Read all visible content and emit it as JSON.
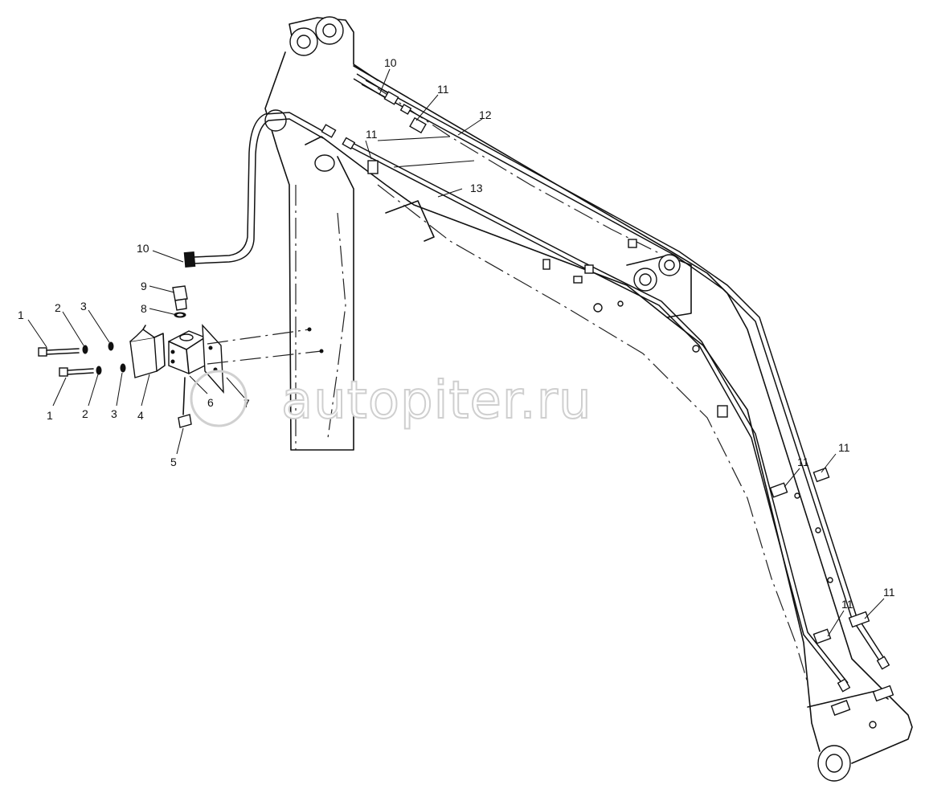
{
  "diagram": {
    "watermark": "autopiter.ru",
    "callouts": [
      {
        "id": "c1a",
        "text": "1"
      },
      {
        "id": "c2a",
        "text": "2"
      },
      {
        "id": "c3a",
        "text": "3"
      },
      {
        "id": "c1b",
        "text": "1"
      },
      {
        "id": "c2b",
        "text": "2"
      },
      {
        "id": "c3b",
        "text": "3"
      },
      {
        "id": "c4",
        "text": "4"
      },
      {
        "id": "c5",
        "text": "5"
      },
      {
        "id": "c6",
        "text": "6"
      },
      {
        "id": "c7",
        "text": "7"
      },
      {
        "id": "c8",
        "text": "8"
      },
      {
        "id": "c9",
        "text": "9"
      },
      {
        "id": "c10a",
        "text": "10"
      },
      {
        "id": "c10b",
        "text": "10"
      },
      {
        "id": "c11a",
        "text": "11"
      },
      {
        "id": "c11b",
        "text": "11"
      },
      {
        "id": "c11c",
        "text": "11"
      },
      {
        "id": "c11d",
        "text": "11"
      },
      {
        "id": "c11e",
        "text": "11"
      },
      {
        "id": "c11f",
        "text": "11"
      },
      {
        "id": "c12",
        "text": "12"
      },
      {
        "id": "c13",
        "text": "13"
      }
    ]
  }
}
